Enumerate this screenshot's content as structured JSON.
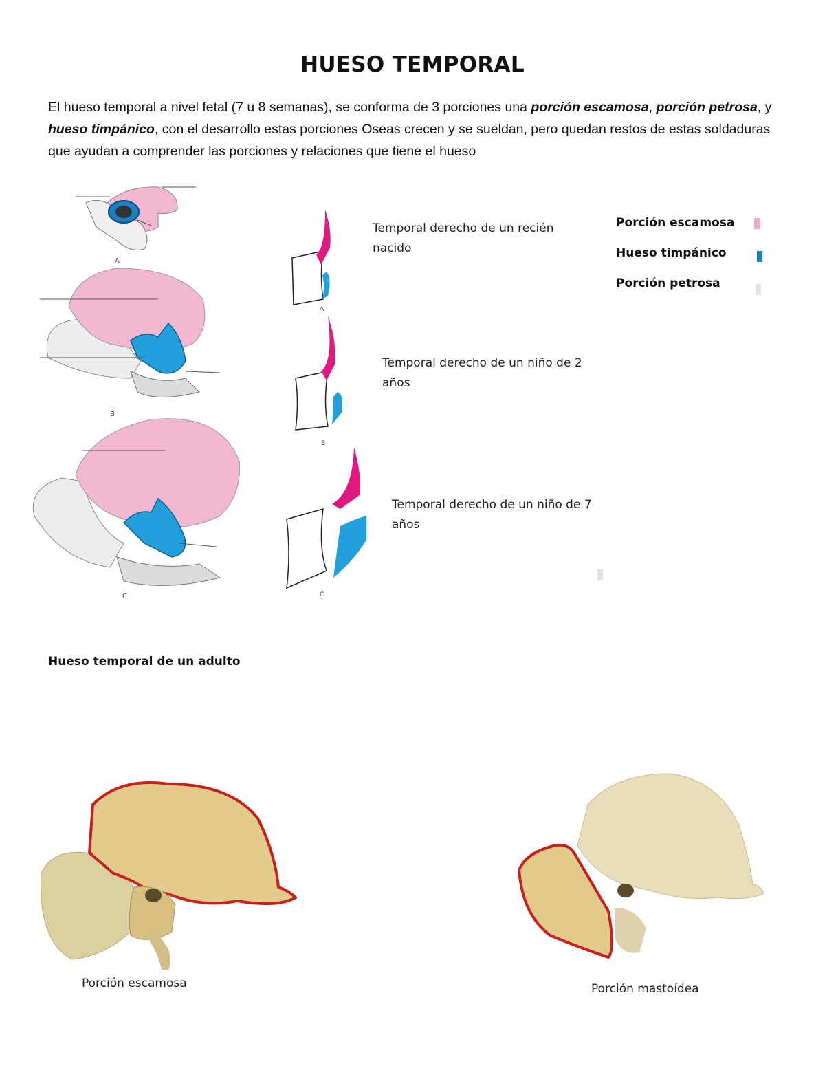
{
  "title": "HUESO TEMPORAL",
  "intro": {
    "p1": "El hueso temporal a nivel fetal (7 u 8 semanas), se conforma de 3 porciones una ",
    "b1": "porción escamosa",
    "p2": ", ",
    "b2": "porción petrosa",
    "p3": ", y ",
    "b3": "hueso timpánico",
    "p4": ", con el desarrollo estas porciones Oseas crecen y se sueldan, pero quedan restos de estas soldaduras que ayudan a comprender las porciones y relaciones que tiene el hueso"
  },
  "figures": {
    "skull_labels": [
      "A",
      "B",
      "C"
    ],
    "bone_labels": [
      "A",
      "B",
      "C"
    ]
  },
  "captions": {
    "newborn": "Temporal derecho de un recién nacido",
    "child2": "Temporal derecho de un niño de 2 años",
    "child7": "Temporal derecho de un niño de 7 años"
  },
  "legend": [
    {
      "label": "Porción escamosa",
      "color": "#f4a6c8"
    },
    {
      "label": "Hueso timpánico",
      "color": "#1b7fc4"
    },
    {
      "label": "Porción petrosa",
      "color": "#e2e2e2"
    }
  ],
  "colors": {
    "squamous_pink": "#f2b8d2",
    "magenta": "#e0187f",
    "tympanic_blue": "#22a0dc",
    "bone_yellow": "#e3cb8c",
    "outline_red": "#c8201e"
  },
  "adult": {
    "heading": "Hueso temporal de un adulto",
    "left_caption": "Porción escamosa",
    "right_caption": "Porción mastoídea"
  }
}
